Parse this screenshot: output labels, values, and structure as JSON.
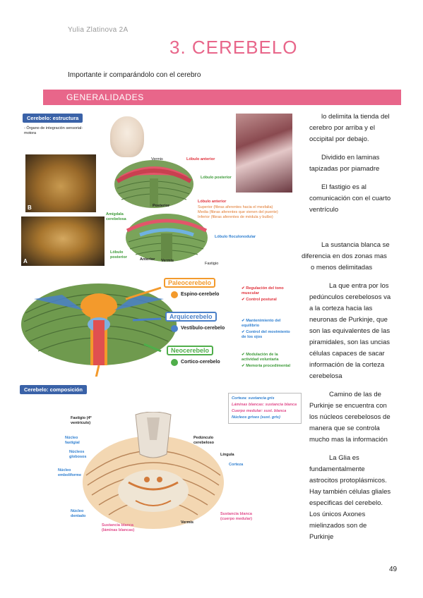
{
  "header": {
    "author": "Yulia Zlatinova 2A",
    "title": "3. CEREBELO"
  },
  "intro": "Importante ir comparándolo con el cerebro",
  "section": {
    "title": "GENERALIDADES"
  },
  "figure1": {
    "label": "Cerebelo: estructura",
    "bullet": "Órgano de integración sensorial-motora",
    "photo_b": "B",
    "photo_a": "A",
    "vermis_top": "Vermis",
    "lobulo_anterior_top": "Lóbulo anterior",
    "lobulo_posterior_top": "Lóbulo posterior",
    "posterior": "Posterior",
    "lobulo_anterior": "Lóbulo anterior",
    "sup": "Superior (fibras aferentes hacia el mesfalia)",
    "media": "Media (fibras aferentes que vienen del puente)",
    "inferior": "Inferior (fibras aferentes de médula y bulbo)",
    "amigdala": "Amígdala cerebelosa",
    "lobulo_floculo": "Lóbulo floculonodular",
    "lobulo_posterior": "Lóbulo posterior",
    "anterior": "Anterior",
    "vermis": "Vermis",
    "fastigio": "Fastigio"
  },
  "figure2": {
    "paleo": "Paleocerebelo",
    "paleo_sub": "Espino-cerebelo",
    "paleo_items": [
      "Regulación del tono muscular",
      "Control postural"
    ],
    "arqui": "Arquicerebelo",
    "arqui_sub": "Vestíbulo-cerebelo",
    "arqui_items": [
      "Mantenimiento del equilibrio",
      "Control del movimiento de los ojos"
    ],
    "neo": "Neocerebelo",
    "neo_sub": "Cortico-cerebelo",
    "neo_items": [
      "Modulación de la actividad voluntaria",
      "Memoria procedimental"
    ],
    "colors": {
      "paleo": "#f39a2c",
      "arqui": "#4a80c8",
      "neo": "#4fae4a"
    }
  },
  "figure3": {
    "label": "Cerebelo: composición",
    "legend": [
      "Corteza: sustancia gris",
      "Láminas blancas: sustancia blanca",
      "Cuerpo medular: sust. blanca",
      "Núcleos grises (sust. gris)"
    ],
    "fastigio": "Fastigio (4º ventrículo)",
    "pedunculo": "Pedúnculo cerebeloso",
    "nucleo_fastigial": "Núcleo fastigial",
    "nucleos_globosos": "Núcleos globosos",
    "lingula": "Língula",
    "corteza": "Corteza",
    "nucleo_emboliforme": "Núcleo emboliforme",
    "nucleo_dentado": "Núcleo dentado",
    "sust_blanca_laminas": "Sustancia blanca (láminas blancas)",
    "sust_blanca_cuerpo": "Sustancia blanca (cuerpo medular)",
    "vermis": "Vermis"
  },
  "side_notes": [
    "lo delimita la tienda del",
    "cerebro por arriba y el",
    "occipital por debajo.",
    "Dividido en laminas",
    "tapizadas por piamadre",
    "El fastigio es al",
    "comunicación con el cuarto",
    "ventrículo",
    "La sustancia blanca se",
    "diferencia en dos zonas mas",
    "o menos delimitadas",
    "La que entra por los",
    "pedúnculos cerebelosos va",
    "a la corteza hacia las",
    "neuronas de Purkinje, que",
    "son las equivalentes de las",
    "piramidales, son las uncias",
    "células capaces de sacar",
    "información de la corteza",
    "cerebelosa",
    "Camino de las de",
    "Purkinje se encuentra con",
    "los núcleos cerebelosos de",
    "manera que se controla",
    "mucho mas la información",
    "La Glia es",
    "fundamentalmente",
    "astrocitos protoplásmicos.",
    "Hay también células gliales",
    "especificas del cerebelo.",
    "Los únicos Axones",
    "mielinzados son de",
    "Purkinje"
  ],
  "page_number": "49"
}
